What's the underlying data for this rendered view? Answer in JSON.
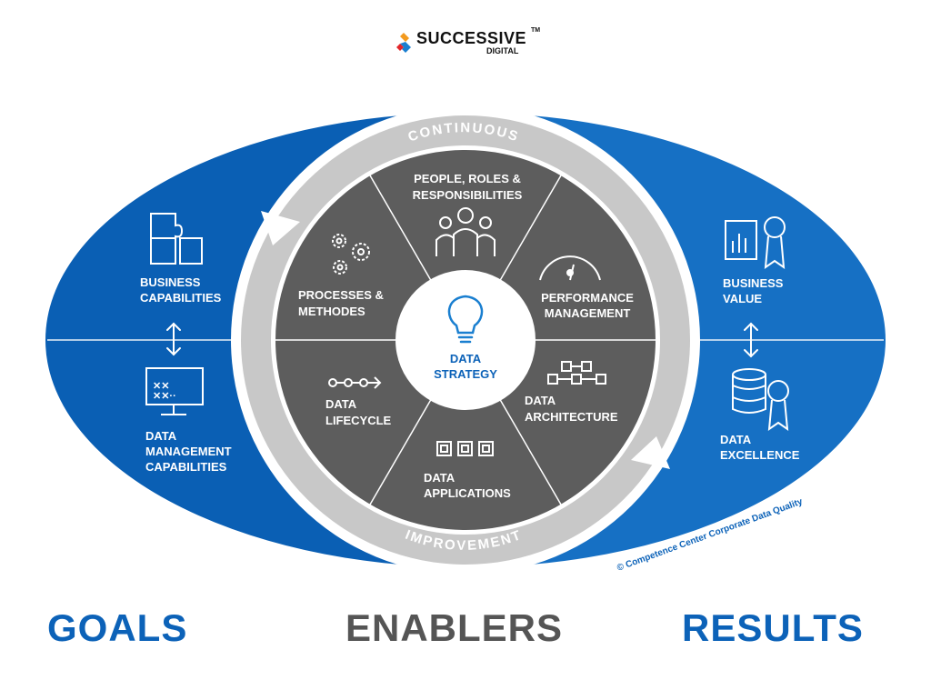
{
  "brand": {
    "name": "SUCCESSIVE",
    "tm": "TM",
    "sub": "DIGITAL"
  },
  "ring": {
    "top_word": "CONTINUOUS",
    "bottom_word": "IMPROVEMENT"
  },
  "center": {
    "line1": "DATA",
    "line2": "STRATEGY"
  },
  "segments": {
    "people": [
      "PEOPLE, ROLES &",
      "RESPONSIBILITIES"
    ],
    "performance": [
      "PERFORMANCE",
      "MANAGEMENT"
    ],
    "architecture": [
      "DATA",
      "ARCHITECTURE"
    ],
    "applications": [
      "DATA",
      "APPLICATIONS"
    ],
    "lifecycle": [
      "DATA",
      "LIFECYCLE"
    ],
    "processes": [
      "PROCESSES &",
      "METHODES"
    ]
  },
  "goals": {
    "business_capabilities": [
      "BUSINESS",
      "CAPABILITIES"
    ],
    "data_management_capabilities": [
      "DATA",
      "MANAGEMENT",
      "CAPABILITIES"
    ]
  },
  "results": {
    "business_value": [
      "BUSINESS",
      "VALUE"
    ],
    "data_excellence": [
      "DATA",
      "EXCELLENCE"
    ]
  },
  "copyright": "© Competence Center Corporate Data Quality",
  "bottom": {
    "goals": "GOALS",
    "enablers": "ENABLERS",
    "results": "RESULTS"
  },
  "colors": {
    "blue_dark": "#0a5fb4",
    "blue_light": "#1670c4",
    "ring_gray": "#c8c8c8",
    "wheel_gray": "#5d5d5d",
    "text_blue": "#0c62b8"
  }
}
